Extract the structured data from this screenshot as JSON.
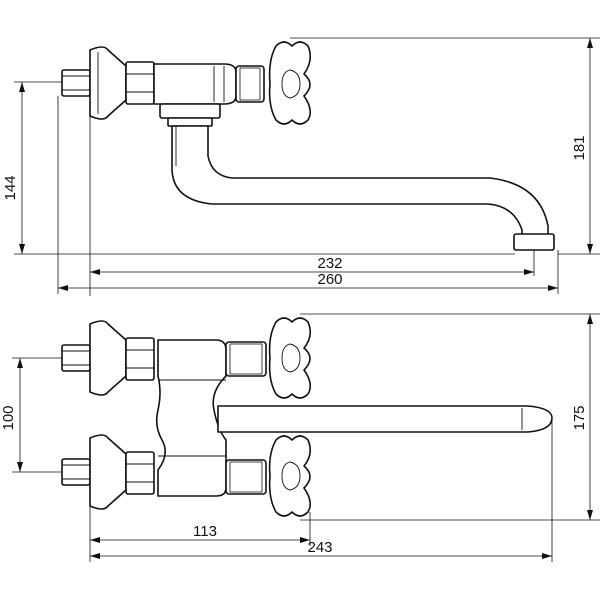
{
  "dimensions": {
    "side_height_144": "144",
    "side_height_181": "181",
    "side_length_232": "232",
    "side_length_260": "260",
    "top_spacing_100": "100",
    "top_height_175": "175",
    "top_length_113": "113",
    "top_length_243": "243"
  }
}
